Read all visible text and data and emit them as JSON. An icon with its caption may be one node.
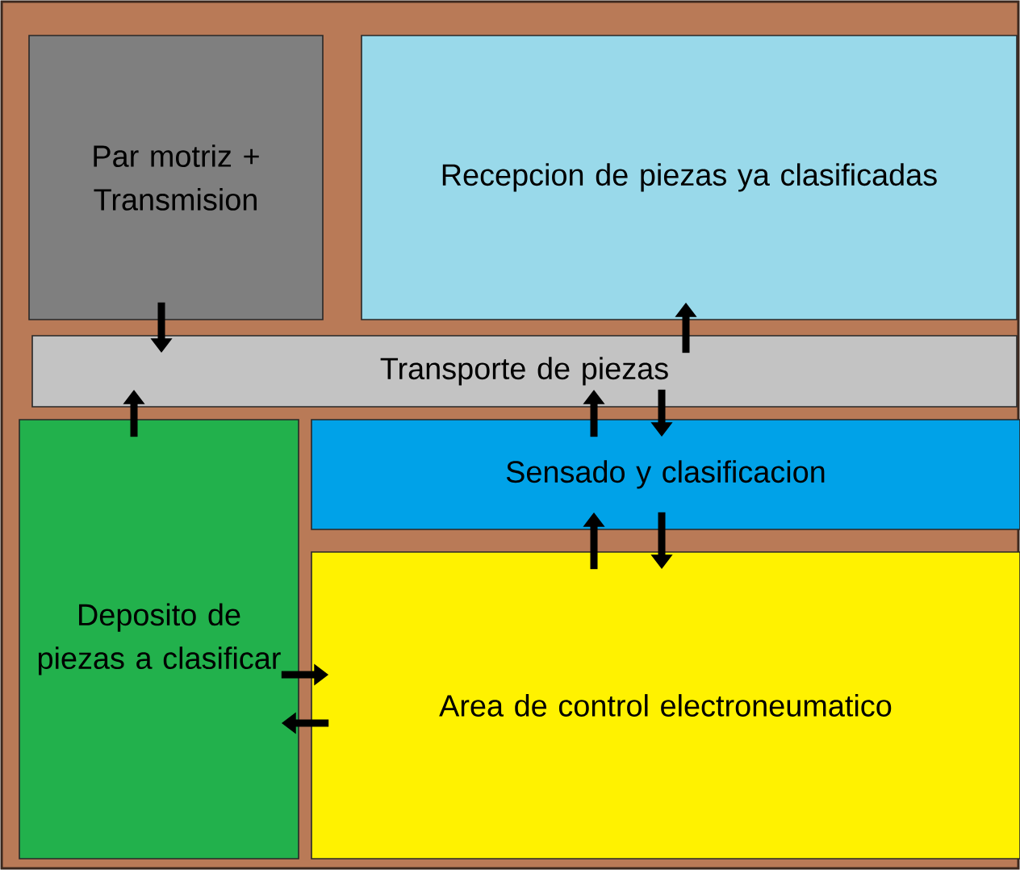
{
  "diagram": {
    "nodes": [
      {
        "text": [
          "Par motriz + Transmision"
        ]
      },
      {
        "text": [
          "Recepcion de piezas ya clasificadas"
        ]
      },
      {
        "text": [
          "Transporte de piezas"
        ]
      },
      {
        "text": [
          "Deposito de piezas a clasificar"
        ]
      },
      {
        "text": [
          "Sensado y clasificacion"
        ]
      },
      {
        "text": [
          "Area de control electroneumatico"
        ]
      }
    ],
    "edges": [
      {
        "from": 0,
        "to": 2,
        "arrow": "to"
      },
      {
        "from": 2,
        "to": 1,
        "arrow": "to"
      },
      {
        "from": 3,
        "to": 2,
        "arrow": "to"
      },
      {
        "from": 4,
        "to": 2,
        "arrow": "to"
      },
      {
        "from": 2,
        "to": 4,
        "arrow": "to"
      },
      {
        "from": 5,
        "to": 4,
        "arrow": "to"
      },
      {
        "from": 4,
        "to": 5,
        "arrow": "to"
      },
      {
        "from": 3,
        "to": 5,
        "arrow": "to"
      },
      {
        "from": 5,
        "to": 3,
        "arrow": "to"
      }
    ]
  }
}
